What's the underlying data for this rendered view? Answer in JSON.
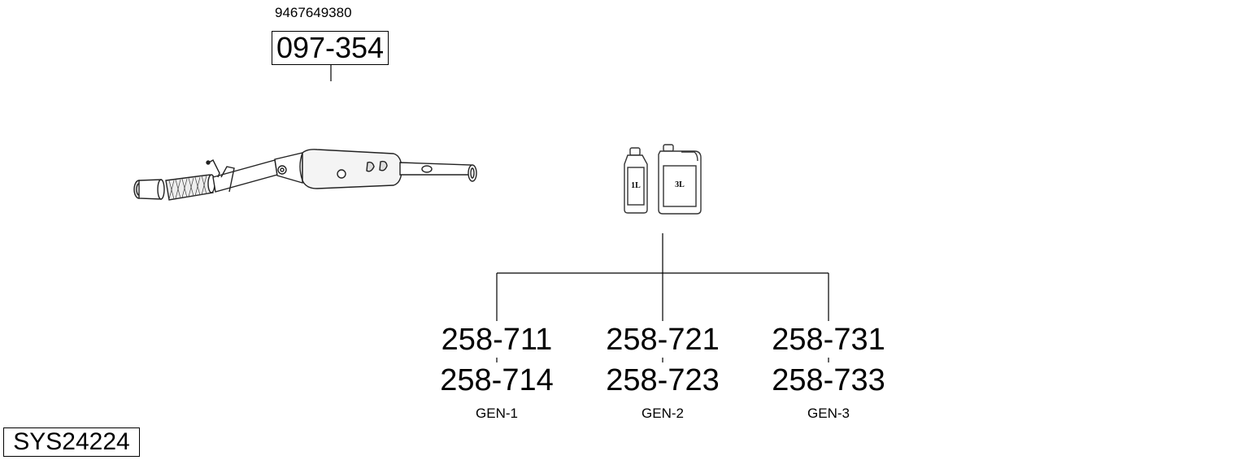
{
  "part": {
    "oem_number": "9467649380",
    "code": "097-354"
  },
  "system": {
    "code": "SYS24224"
  },
  "bottles": {
    "small_label": "1L",
    "large_label": "3L"
  },
  "kits": [
    {
      "codes": [
        "258-711",
        "258-714"
      ],
      "label": "GEN-1"
    },
    {
      "codes": [
        "258-721",
        "258-723"
      ],
      "label": "GEN-2"
    },
    {
      "codes": [
        "258-731",
        "258-733"
      ],
      "label": "GEN-3"
    }
  ]
}
